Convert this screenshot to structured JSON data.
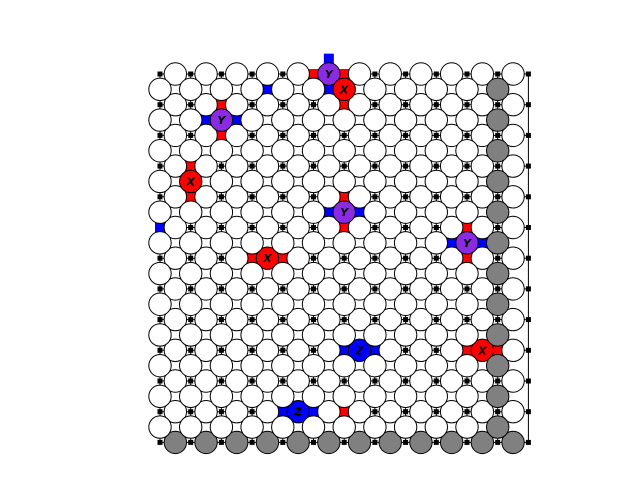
{
  "diagram": {
    "grid_cols": 12,
    "grid_rows": 12,
    "colors": {
      "qubit_fill": "#ffffff",
      "qubit_stroke": "#000000",
      "boundary_fill": "#808080",
      "x_error": "#ff0000",
      "z_error": "#0000ff",
      "y_error": "#8a2be2",
      "edge": "#000000",
      "syndrome_node": "#000000"
    },
    "row_a_qubits": [
      [
        1,
        1,
        1,
        1,
        1,
        1,
        1,
        1,
        1,
        1,
        1,
        1
      ],
      [
        1,
        1,
        1,
        1,
        1,
        1,
        1,
        1,
        1,
        1,
        1,
        1
      ],
      [
        1,
        1,
        1,
        1,
        1,
        1,
        1,
        1,
        1,
        1,
        1,
        1
      ],
      [
        1,
        1,
        1,
        1,
        1,
        1,
        1,
        1,
        1,
        1,
        1,
        1
      ],
      [
        1,
        1,
        1,
        1,
        1,
        1,
        1,
        1,
        1,
        1,
        1,
        1
      ],
      [
        1,
        1,
        1,
        1,
        1,
        1,
        1,
        1,
        1,
        1,
        1,
        1
      ],
      [
        1,
        1,
        1,
        1,
        1,
        1,
        1,
        1,
        1,
        1,
        1,
        1
      ],
      [
        1,
        1,
        1,
        1,
        1,
        1,
        1,
        1,
        1,
        1,
        1,
        1
      ],
      [
        1,
        1,
        1,
        1,
        1,
        1,
        1,
        1,
        1,
        1,
        1,
        1
      ],
      [
        1,
        1,
        1,
        1,
        1,
        1,
        1,
        1,
        1,
        1,
        1,
        1
      ],
      [
        1,
        1,
        1,
        1,
        1,
        1,
        1,
        1,
        1,
        1,
        1,
        1
      ],
      [
        1,
        1,
        1,
        1,
        1,
        1,
        1,
        1,
        1,
        1,
        1,
        1
      ],
      [
        2,
        2,
        2,
        2,
        2,
        2,
        2,
        2,
        2,
        2,
        2,
        2
      ]
    ],
    "row_b_qubits": [
      [
        1,
        1,
        1,
        1,
        1,
        1,
        1,
        1,
        1,
        1,
        1,
        2
      ],
      [
        1,
        1,
        1,
        1,
        1,
        1,
        1,
        1,
        1,
        1,
        1,
        2
      ],
      [
        1,
        1,
        1,
        1,
        1,
        1,
        1,
        1,
        1,
        1,
        1,
        2
      ],
      [
        1,
        1,
        1,
        1,
        1,
        1,
        1,
        1,
        1,
        1,
        1,
        2
      ],
      [
        1,
        1,
        1,
        1,
        1,
        1,
        1,
        1,
        1,
        1,
        1,
        2
      ],
      [
        1,
        1,
        1,
        1,
        1,
        1,
        1,
        1,
        1,
        1,
        1,
        2
      ],
      [
        1,
        1,
        1,
        1,
        1,
        1,
        1,
        1,
        1,
        1,
        1,
        2
      ],
      [
        1,
        1,
        1,
        1,
        1,
        1,
        1,
        1,
        1,
        1,
        1,
        2
      ],
      [
        1,
        1,
        1,
        1,
        1,
        1,
        1,
        1,
        1,
        1,
        1,
        2
      ],
      [
        1,
        1,
        1,
        1,
        1,
        1,
        1,
        1,
        1,
        1,
        1,
        2
      ],
      [
        1,
        1,
        1,
        1,
        1,
        1,
        1,
        1,
        1,
        1,
        1,
        2
      ],
      [
        1,
        1,
        1,
        1,
        1,
        1,
        1,
        1,
        1,
        1,
        1,
        2
      ]
    ],
    "errors": [
      {
        "label": "Y",
        "type": "Y",
        "lattice": "A",
        "row": 0,
        "col": 5
      },
      {
        "label": "X",
        "type": "X",
        "lattice": "B",
        "row": 0,
        "col": 6
      },
      {
        "label": "Y",
        "type": "Y",
        "lattice": "B",
        "row": 1,
        "col": 2
      },
      {
        "label": "X",
        "type": "X",
        "lattice": "B",
        "row": 3,
        "col": 1
      },
      {
        "label": "Y",
        "type": "Y",
        "lattice": "B",
        "row": 4,
        "col": 6
      },
      {
        "label": "Y",
        "type": "Y",
        "lattice": "B",
        "row": 5,
        "col": 10
      },
      {
        "label": "X",
        "type": "X",
        "lattice": "A",
        "row": 6,
        "col": 3
      },
      {
        "label": "Z",
        "type": "Z",
        "lattice": "A",
        "row": 9,
        "col": 6
      },
      {
        "label": "X",
        "type": "X",
        "lattice": "A",
        "row": 9,
        "col": 10
      },
      {
        "label": "Z",
        "type": "Z",
        "lattice": "A",
        "row": 11,
        "col": 4
      }
    ],
    "lone_syndromes": [
      {
        "type": "Z",
        "lattice": "B",
        "row": 0,
        "col": 4,
        "side": "left"
      },
      {
        "type": "Z",
        "lattice": "A",
        "row": 5,
        "col": 0,
        "side": "left"
      },
      {
        "type": "X",
        "lattice": "A",
        "row": 11,
        "col": 5,
        "side": "right"
      }
    ]
  }
}
